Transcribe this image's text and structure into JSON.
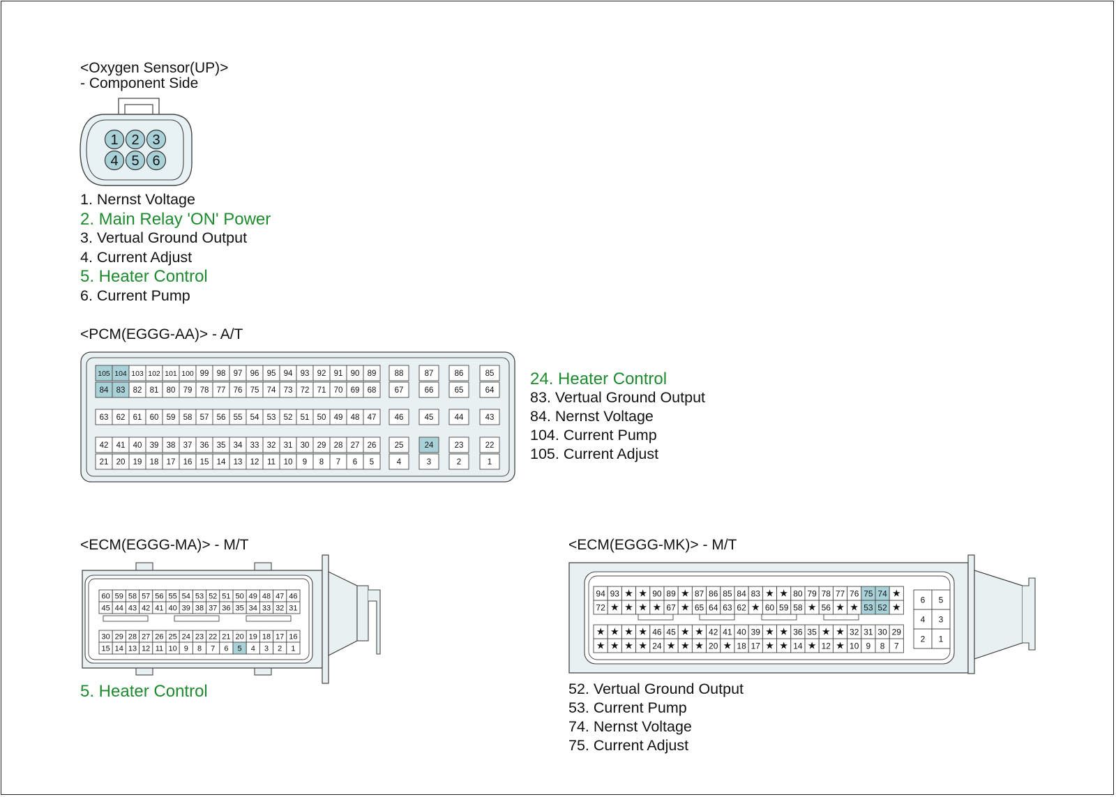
{
  "colors": {
    "highlight_pin": "#a9d1d8",
    "connector_fill": "#e3eff1",
    "highlight_text": "#1e8a2e"
  },
  "oxygen_sensor": {
    "title": "<Oxygen Sensor(UP)>",
    "subtitle": "- Component Side",
    "pins": [
      "1",
      "2",
      "3",
      "4",
      "5",
      "6"
    ],
    "legend": [
      {
        "text": "1. Nernst Voltage",
        "highlight": false
      },
      {
        "text": "2. Main Relay 'ON' Power",
        "highlight": true
      },
      {
        "text": "3. Vertual Ground Output",
        "highlight": false
      },
      {
        "text": "4. Current Adjust",
        "highlight": false
      },
      {
        "text": "5. Heater Control",
        "highlight": true
      },
      {
        "text": "6. Current Pump",
        "highlight": false
      }
    ]
  },
  "pcm": {
    "title": "<PCM(EGGG-AA)> - A/T",
    "rows": [
      [
        "105",
        "104",
        "103",
        "102",
        "101",
        "100",
        "99",
        "98",
        "97",
        "96",
        "95",
        "94",
        "93",
        "92",
        "91",
        "90",
        "89"
      ],
      [
        "84",
        "83",
        "82",
        "81",
        "80",
        "79",
        "78",
        "77",
        "76",
        "75",
        "74",
        "73",
        "72",
        "71",
        "70",
        "69",
        "68"
      ],
      [
        "63",
        "62",
        "61",
        "60",
        "59",
        "58",
        "57",
        "56",
        "55",
        "54",
        "53",
        "52",
        "51",
        "50",
        "49",
        "48",
        "47"
      ],
      [
        "42",
        "41",
        "40",
        "39",
        "38",
        "37",
        "36",
        "35",
        "34",
        "33",
        "32",
        "31",
        "30",
        "29",
        "28",
        "27",
        "26"
      ],
      [
        "21",
        "20",
        "19",
        "18",
        "17",
        "16",
        "15",
        "14",
        "13",
        "12",
        "11",
        "10",
        "9",
        "8",
        "7",
        "6",
        "5"
      ]
    ],
    "side_rows": [
      [
        "88",
        "87",
        "86",
        "85"
      ],
      [
        "67",
        "66",
        "65",
        "64"
      ],
      [
        "46",
        "45",
        "44",
        "43"
      ],
      [
        "25",
        "24",
        "23",
        "22"
      ],
      [
        "4",
        "3",
        "2",
        "1"
      ]
    ],
    "highlighted": [
      "105",
      "104",
      "84",
      "83",
      "24"
    ],
    "legend": [
      {
        "text": "24. Heater Control",
        "highlight": true
      },
      {
        "text": "83. Vertual Ground Output",
        "highlight": false
      },
      {
        "text": "84. Nernst Voltage",
        "highlight": false
      },
      {
        "text": "104. Current Pump",
        "highlight": false
      },
      {
        "text": "105. Current Adjust",
        "highlight": false
      }
    ]
  },
  "ecm_ma": {
    "title": "<ECM(EGGG-MA)> - M/T",
    "rows": [
      [
        "60",
        "59",
        "58",
        "57",
        "56",
        "55",
        "54",
        "53",
        "52",
        "51",
        "50",
        "49",
        "48",
        "47",
        "46"
      ],
      [
        "45",
        "44",
        "43",
        "42",
        "41",
        "40",
        "39",
        "38",
        "37",
        "36",
        "35",
        "34",
        "33",
        "32",
        "31"
      ],
      [
        "30",
        "29",
        "28",
        "27",
        "26",
        "25",
        "24",
        "23",
        "22",
        "21",
        "20",
        "19",
        "18",
        "17",
        "16"
      ],
      [
        "15",
        "14",
        "13",
        "12",
        "11",
        "10",
        "9",
        "8",
        "7",
        "6",
        "5",
        "4",
        "3",
        "2",
        "1"
      ]
    ],
    "highlighted": [
      "5"
    ],
    "legend": [
      {
        "text": "5. Heater Control",
        "highlight": true
      }
    ]
  },
  "ecm_mk": {
    "title": "<ECM(EGGG-MK)> - M/T",
    "rows": [
      [
        "94",
        "93",
        "★",
        "★",
        "90",
        "89",
        "★",
        "87",
        "86",
        "85",
        "84",
        "83",
        "★",
        "★",
        "80",
        "79",
        "78",
        "77",
        "76",
        "75",
        "74",
        "★"
      ],
      [
        "72",
        "★",
        "★",
        "★",
        "★",
        "67",
        "★",
        "65",
        "64",
        "63",
        "62",
        "★",
        "60",
        "59",
        "58",
        "★",
        "56",
        "★",
        "★",
        "53",
        "52",
        "★"
      ],
      [
        "★",
        "★",
        "★",
        "★",
        "46",
        "45",
        "★",
        "★",
        "42",
        "41",
        "40",
        "39",
        "★",
        "★",
        "36",
        "35",
        "★",
        "★",
        "32",
        "31",
        "30",
        "29"
      ],
      [
        "★",
        "★",
        "★",
        "★",
        "24",
        "★",
        "★",
        "★",
        "20",
        "★",
        "18",
        "17",
        "★",
        "★",
        "14",
        "★",
        "12",
        "★",
        "10",
        "9",
        "8",
        "7"
      ]
    ],
    "side": [
      [
        "6",
        "5"
      ],
      [
        "4",
        "3"
      ],
      [
        "2",
        "1"
      ]
    ],
    "highlighted": [
      "75",
      "74",
      "53",
      "52"
    ],
    "legend": [
      {
        "text": "52. Vertual Ground Output",
        "highlight": false
      },
      {
        "text": "53. Current Pump",
        "highlight": false
      },
      {
        "text": "74. Nernst Voltage",
        "highlight": false
      },
      {
        "text": "75. Current Adjust",
        "highlight": false
      }
    ]
  }
}
